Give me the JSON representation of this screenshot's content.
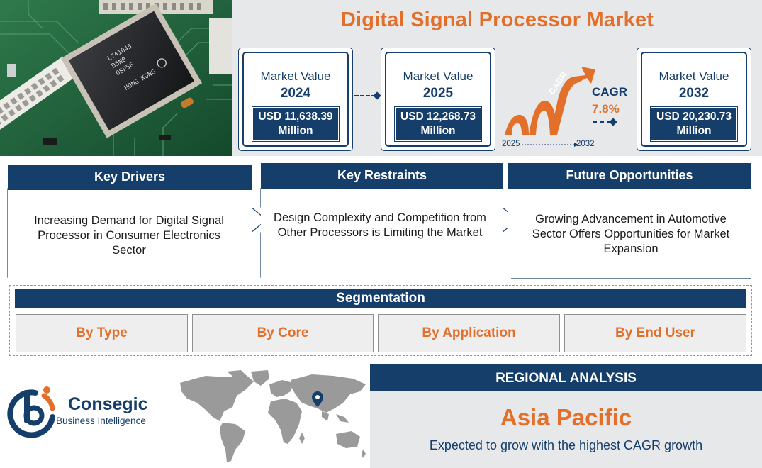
{
  "title": "Digital Signal Processor Market",
  "chip_markings": [
    "L7A1045",
    "D5N0",
    "DSP56",
    "HONG KONG"
  ],
  "stats": [
    {
      "label": "Market Value",
      "year": "2024",
      "value": "USD 11,638.39",
      "unit": "Million"
    },
    {
      "label": "Market Value",
      "year": "2025",
      "value": "USD 12,268.73",
      "unit": "Million"
    },
    {
      "label": "Market Value",
      "year": "2032",
      "value": "USD 20,230.73",
      "unit": "Million"
    }
  ],
  "cagr": {
    "arrow_label": "CAGR",
    "title": "CAGR",
    "value": "7.8%",
    "timeline_start": "2025",
    "timeline_end": "2032"
  },
  "panels": [
    {
      "heading": "Key Drivers",
      "text": "Increasing Demand for Digital Signal Processor in Consumer Electronics Sector"
    },
    {
      "heading": "Key Restraints",
      "text": "Design Complexity and Competition from Other Processors is Limiting the Market"
    },
    {
      "heading": "Future Opportunities",
      "text": "Growing Advancement in Automotive Sector Offers Opportunities for Market Expansion"
    }
  ],
  "segmentation": {
    "heading": "Segmentation",
    "items": [
      "By Type",
      "By Core",
      "By Application",
      "By End User"
    ]
  },
  "brand": {
    "name": "Consegic",
    "subtitle": "Business Intelligence"
  },
  "regional": {
    "heading": "REGIONAL ANALYSIS",
    "region": "Asia Pacific",
    "note": "Expected to grow with the highest CAGR growth"
  },
  "colors": {
    "navy": "#153e6a",
    "orange": "#e2702b",
    "band_grey": "#e7e8ea"
  }
}
